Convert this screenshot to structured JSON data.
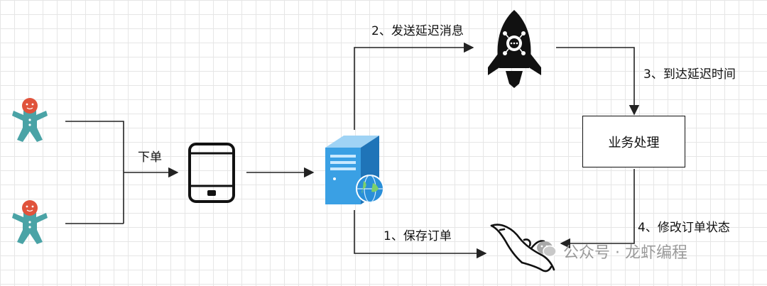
{
  "labels": {
    "order": "下单",
    "save_order": "1、保存订单",
    "send_delay_msg": "2、发送延迟消息",
    "reach_delay_time": "3、到达延迟时间",
    "business_process": "业务处理",
    "update_order_status": "4、修改订单状态"
  },
  "watermark": {
    "text": "公众号 · 龙虾编程"
  },
  "icons": {
    "users": "gingerbread-user-icon",
    "client": "tablet-icon",
    "server": "server-globe-icon",
    "mq": "rocket-mq-icon",
    "db": "mysql-dolphin-icon",
    "watermark": "wechat-icon"
  },
  "colors": {
    "user_body": "#4aa3a6",
    "user_head": "#e0533c",
    "server_blue": "#2f8fd6",
    "line": "#222222"
  }
}
